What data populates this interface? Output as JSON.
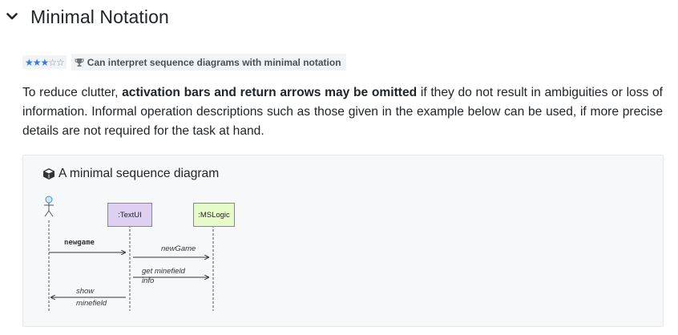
{
  "section": {
    "title": "Minimal Notation",
    "collapse_icon": "chevron-down-icon"
  },
  "badges": {
    "stars_filled": 3,
    "stars_total": 5,
    "stars_text_on": "★★★",
    "stars_text_off": "☆☆",
    "outcome_icon": "trophy-icon",
    "outcome_text": "Can interpret sequence diagrams with minimal notation",
    "star_color": "#2f7de1"
  },
  "paragraph": {
    "part1": "To reduce clutter, ",
    "bold": "activation bars and return arrows may be omitted",
    "part2": " if they do not result in ambiguities or loss of information. Informal operation descriptions such as those given in the example below can be used, if more precise details are not required for the task at hand."
  },
  "example_card": {
    "icon": "cube-icon",
    "title": "A minimal sequence diagram",
    "diagram": {
      "participants": [
        {
          "label": ":TextUI",
          "color": "#ddd0f2"
        },
        {
          "label": ":MSLogic",
          "color": "#e7fbc8"
        }
      ],
      "messages": [
        {
          "label": "newgame"
        },
        {
          "label": "newGame"
        },
        {
          "label_line1": "get minefield",
          "label_line2": "info"
        },
        {
          "label_line1": "show",
          "label_line2": "minefield"
        }
      ]
    }
  }
}
